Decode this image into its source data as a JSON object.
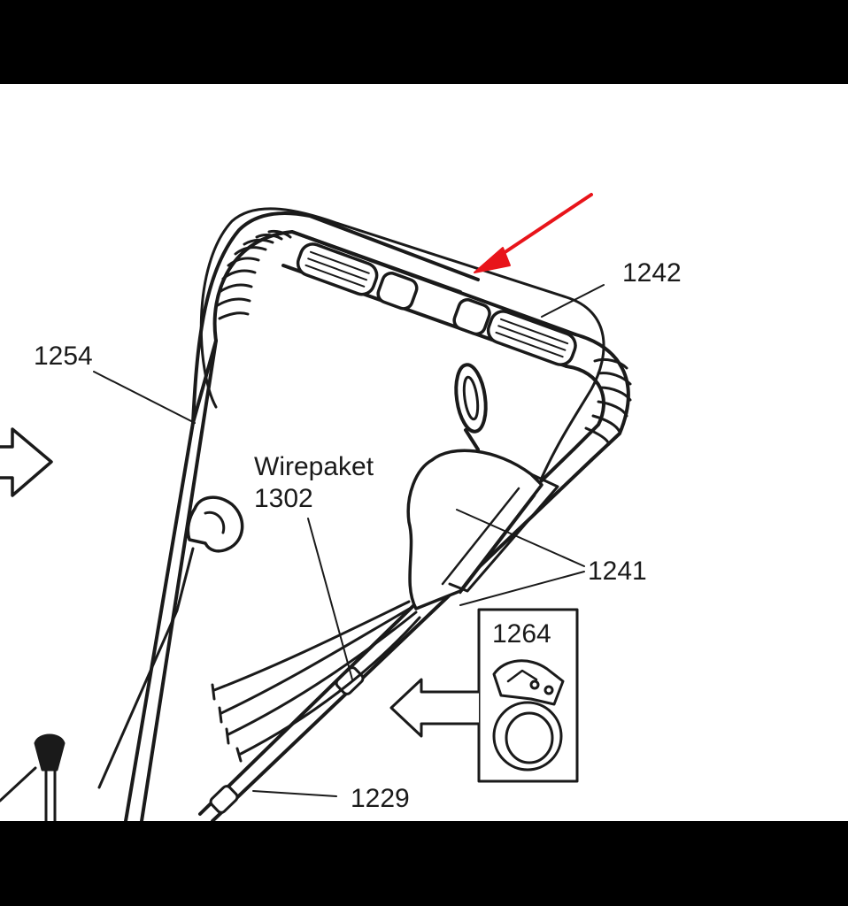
{
  "labels": {
    "handle_grip": "1242",
    "handle_tube_left": "1254",
    "wire_kit_title": "Wirepaket",
    "wire_kit_number": "1302",
    "switch_housing": "1241",
    "cable_clip": "1264",
    "lower_tube": "1229"
  },
  "colors": {
    "ink": "#1a1a1a",
    "highlight_arrow": "#e8141a",
    "paper": "#ffffff",
    "frame": "#000000"
  },
  "icons": {
    "left_arrow": "hollow-arrow-right-icon",
    "clip_arrow": "hollow-arrow-left-icon",
    "highlight": "red-pointer-arrow-icon"
  }
}
